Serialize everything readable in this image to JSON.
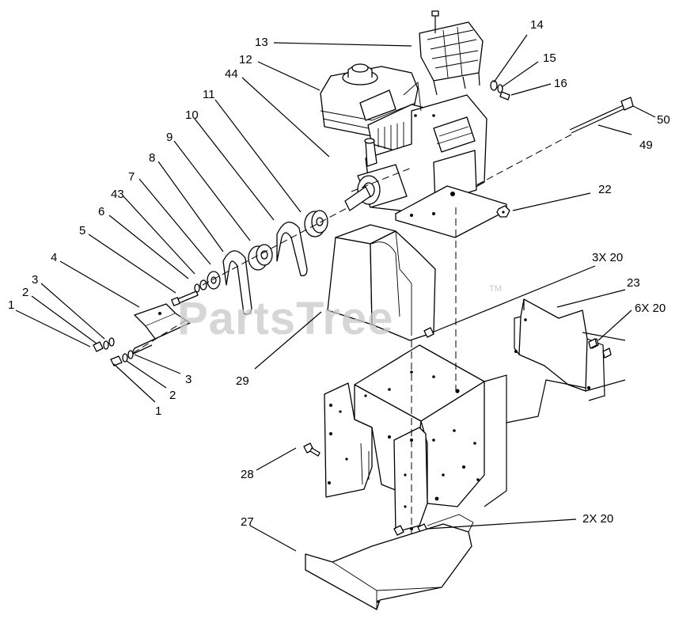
{
  "watermark": {
    "text": "PartsTree",
    "tm": "TM"
  },
  "labels": {
    "l13": "13",
    "l12": "12",
    "l44": "44",
    "l11": "11",
    "l10": "10",
    "l9": "9",
    "l8": "8",
    "l7": "7",
    "l43": "43",
    "l6": "6",
    "l5": "5",
    "l4": "4",
    "l3a": "3",
    "l2a": "2",
    "l1a": "1",
    "l3b": "3",
    "l2b": "2",
    "l1b": "1",
    "l14": "14",
    "l15": "15",
    "l16": "16",
    "l50": "50",
    "l49": "49",
    "l22": "22",
    "l3x20": "3X 20",
    "l23": "23",
    "l6x20": "6X 20",
    "l29": "29",
    "l28": "28",
    "l27": "27",
    "l2x20": "2X 20"
  }
}
